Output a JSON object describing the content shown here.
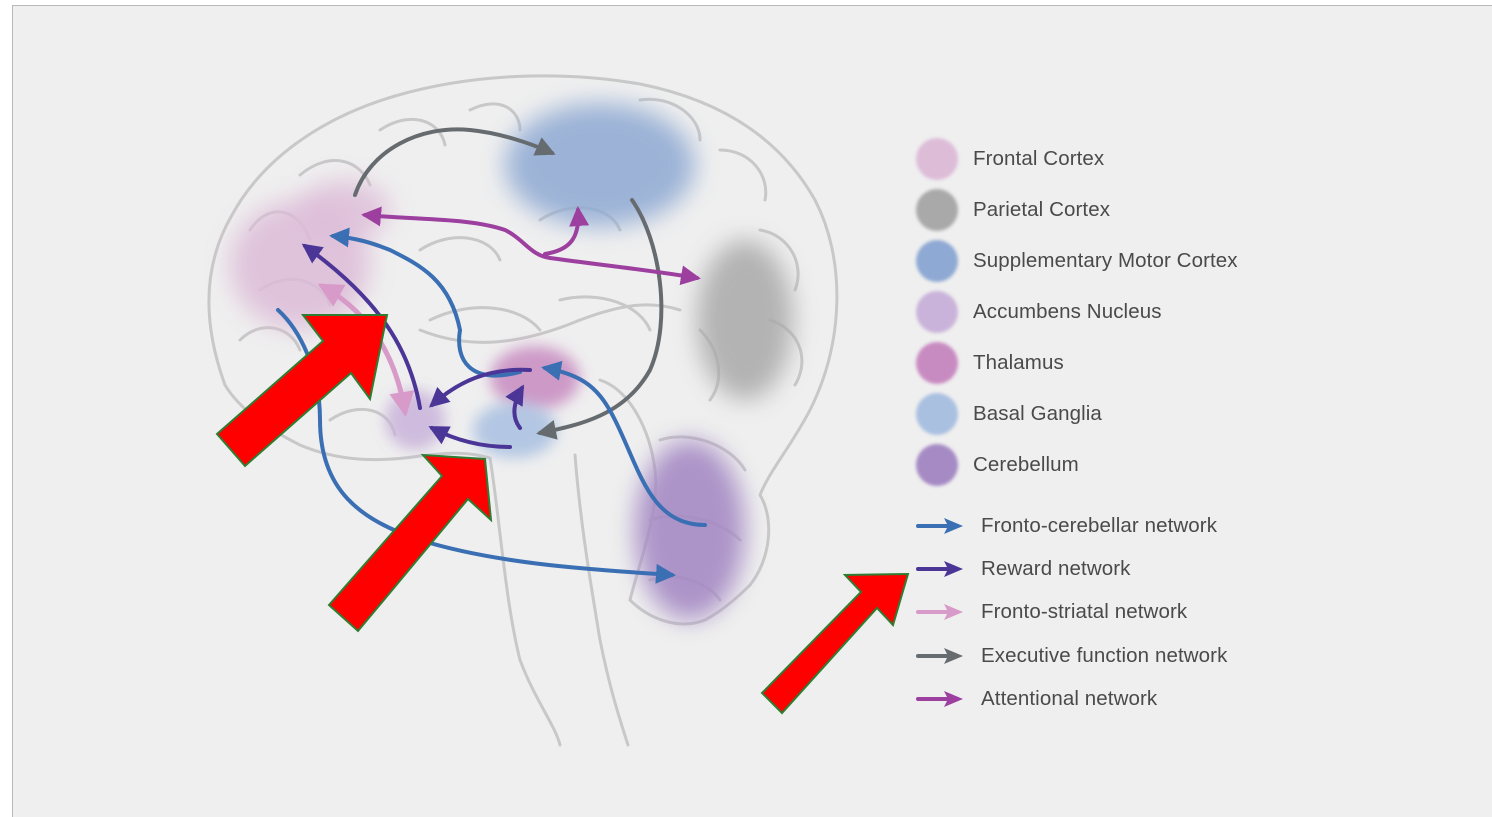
{
  "legend": {
    "regions": [
      {
        "label": "Frontal Cortex",
        "color": "#ddbcd8"
      },
      {
        "label": "Parietal Cortex",
        "color": "#a9a9a9"
      },
      {
        "label": "Supplementary Motor Cortex",
        "color": "#8ea9d3"
      },
      {
        "label": "Accumbens Nucleus",
        "color": "#c9b3da"
      },
      {
        "label": "Thalamus",
        "color": "#c88bc1"
      },
      {
        "label": "Basal Ganglia",
        "color": "#a9c0e1"
      },
      {
        "label": "Cerebellum",
        "color": "#a58ac4"
      }
    ],
    "networks": [
      {
        "label": "Fronto-cerebellar network",
        "color": "#3a6fb4"
      },
      {
        "label": "Reward network",
        "color": "#4b3596"
      },
      {
        "label": "Fronto-striatal network",
        "color": "#d89ac8"
      },
      {
        "label": "Executive function network",
        "color": "#666b70"
      },
      {
        "label": "Attentional network",
        "color": "#9c3f9f"
      }
    ]
  },
  "colors": {
    "background": "#efefef",
    "brain_outline": "#c8c8c8",
    "highlight_arrow_fill": "#ff0000",
    "highlight_arrow_stroke": "#2e7d32"
  }
}
